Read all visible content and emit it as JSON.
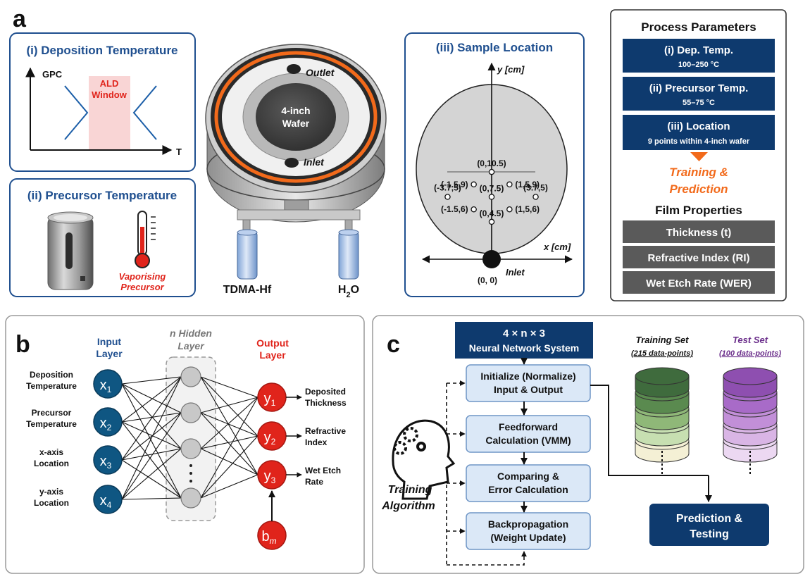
{
  "panel_a": {
    "letter": "a",
    "dep_temp": {
      "title": "(i) Deposition Temperature",
      "y_axis_label": "GPC",
      "x_axis_label": "T",
      "window_label_line1": "ALD",
      "window_label_line2": "Window"
    },
    "prec_temp": {
      "title": "(ii) Precursor Temperature",
      "vapor_line1": "Vaporising",
      "vapor_line2": "Precursor"
    },
    "reactor": {
      "outlet": "Outlet",
      "inlet": "Inlet",
      "wafer_line1": "4-inch",
      "wafer_line2": "Wafer",
      "source_left": "TDMA-Hf",
      "source_right_main": "H",
      "source_right_sub": "2",
      "source_right_tail": "O"
    },
    "sample_location": {
      "title": "(iii) Sample Location",
      "y_axis_label": "y [cm]",
      "x_axis_label": "x [cm]",
      "inlet_label": "Inlet",
      "origin_label": "(0, 0)",
      "points": [
        {
          "label": "(0,10.5)",
          "x": 0,
          "y": 10.5
        },
        {
          "label": "(-1.5,9)",
          "x": -1.5,
          "y": 9
        },
        {
          "label": "(1,5,9)",
          "x": 1.5,
          "y": 9
        },
        {
          "label": "(-3.7,5)",
          "x": -3.7,
          "y": 7.5
        },
        {
          "label": "(0,7.5)",
          "x": 0,
          "y": 7.5
        },
        {
          "label": "(3.7,5)",
          "x": 3.7,
          "y": 7.5
        },
        {
          "label": "(-1.5,6)",
          "x": -1.5,
          "y": 6
        },
        {
          "label": "(1,5,6)",
          "x": 1.5,
          "y": 6
        },
        {
          "label": "(0,4.5)",
          "x": 0,
          "y": 4.5
        }
      ]
    },
    "process": {
      "title": "Process Parameters",
      "params": [
        {
          "line1": "(i) Dep. Temp.",
          "line2": "100–250 °C"
        },
        {
          "line1": "(ii) Precursor Temp.",
          "line2": "55–75 °C"
        },
        {
          "line1": "(iii) Location",
          "line2": "9 points within 4-inch wafer"
        }
      ],
      "training_line1": "Training &",
      "training_line2": "Prediction",
      "film_title": "Film Properties",
      "properties": [
        "Thickness (t)",
        "Refractive Index (RI)",
        "Wet Etch Rate (WER)"
      ]
    }
  },
  "panel_b": {
    "letter": "b",
    "input_layer_line1": "Input",
    "input_layer_line2": "Layer",
    "hidden_layer_line1": "n Hidden",
    "hidden_layer_line2": "Layer",
    "output_layer_line1": "Output",
    "output_layer_line2": "Layer",
    "inputs": [
      {
        "line1": "Deposition",
        "line2": "Temperature",
        "node": "x",
        "sub": "1"
      },
      {
        "line1": "Precursor",
        "line2": "Temperature",
        "node": "x",
        "sub": "2"
      },
      {
        "line1": "x-axis",
        "line2": "Location",
        "node": "x",
        "sub": "3"
      },
      {
        "line1": "y-axis",
        "line2": "Location",
        "node": "x",
        "sub": "4"
      }
    ],
    "outputs": [
      {
        "node": "y",
        "sub": "1",
        "line1": "Deposited",
        "line2": "Thickness"
      },
      {
        "node": "y",
        "sub": "2",
        "line1": "Refractive",
        "line2": "Index"
      },
      {
        "node": "y",
        "sub": "3",
        "line1": "Wet Etch",
        "line2": "Rate"
      }
    ],
    "bias_main": "b",
    "bias_sub": "m"
  },
  "panel_c": {
    "letter": "c",
    "system_line1": "4 × n × 3",
    "system_line2": "Neural Network System",
    "steps": [
      {
        "line1": "Initialize (Normalize)",
        "line2": "Input & Output"
      },
      {
        "line1": "Feedforward",
        "line2": "Calculation (VMM)"
      },
      {
        "line1": "Comparing &",
        "line2": "Error Calculation"
      },
      {
        "line1": "Backpropagation",
        "line2": "(Weight Update)"
      }
    ],
    "algo_line1": "Training",
    "algo_line2": "Algorithm",
    "training_set_title": "Training Set",
    "training_set_count": "(215 data-points)",
    "test_set_title": "Test Set",
    "test_set_count": "(100 data-points)",
    "prediction_line1": "Prediction &",
    "prediction_line2": "Testing"
  },
  "colors": {
    "navy": "#0e3a6e",
    "border_blue": "#1f4f8f",
    "red": "#e0241b",
    "orange": "#f26a1b",
    "steel": "#0f5682",
    "gray_box": "#5a5a5a"
  }
}
